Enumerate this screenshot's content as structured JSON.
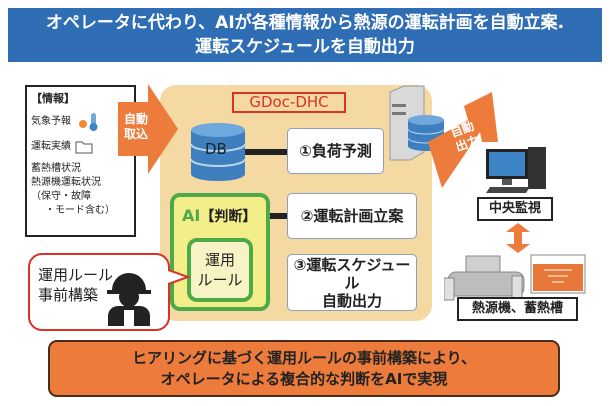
{
  "banner": {
    "line1": "オペレータに代わり、AIが各種情報から熱源の運転計画を自動立案.",
    "line2": "運転スケジュールを自動出力"
  },
  "info": {
    "title": "【情報】",
    "weather": "気象予報",
    "results": "運転実績",
    "status1": "蓄熱槽状況",
    "status2": "熱源機運転状況",
    "status3": "（保守・故障",
    "status4": "・モード含む）"
  },
  "arrow_in": {
    "line1": "自動",
    "line2": "取込"
  },
  "system": {
    "name": "GDoc-DHC",
    "db": "DB",
    "step1": "①負荷予測",
    "step2": "②運転計画立案",
    "step3a": "③運転スケジュール",
    "step3b": "自動出力"
  },
  "ai": {
    "label": "AI",
    "judge": "【判断】",
    "rule1": "運用",
    "rule2": "ルール"
  },
  "bubble": {
    "line1": "運用ルール",
    "line2": "事前構築"
  },
  "arrow_out": {
    "line1": "自動",
    "line2": "出力"
  },
  "central": "中央監視",
  "equipment": "熱源機、蓄熱槽",
  "footer": {
    "line1": "ヒアリングに基づく運用ルールの事前構築により、",
    "line2": "オペレータによる複合的な判断をAIで実現"
  },
  "colors": {
    "banner": "#2f6db5",
    "orange": "#ec7b3c",
    "green": "#4caa48",
    "red": "#d8322b",
    "beige": "#f4d9a2"
  }
}
